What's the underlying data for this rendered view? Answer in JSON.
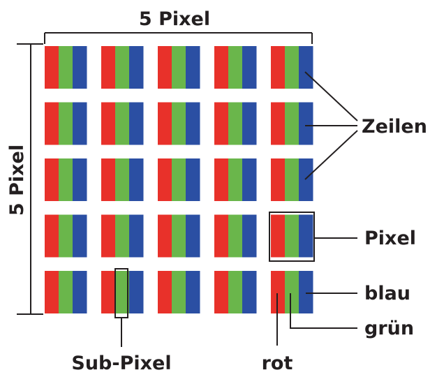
{
  "labels": {
    "width": "5 Pixel",
    "height": "5 Pixel",
    "rows": "Zeilen",
    "pixel": "Pixel",
    "blue": "blau",
    "green": "grün",
    "red": "rot",
    "subpixel": "Sub-Pixel"
  },
  "grid": {
    "rows": 5,
    "cols": 5
  },
  "colors": {
    "red": "#e8312a",
    "green": "#6ab64b",
    "blue": "#2b4fa3",
    "ink": "#231f20"
  }
}
